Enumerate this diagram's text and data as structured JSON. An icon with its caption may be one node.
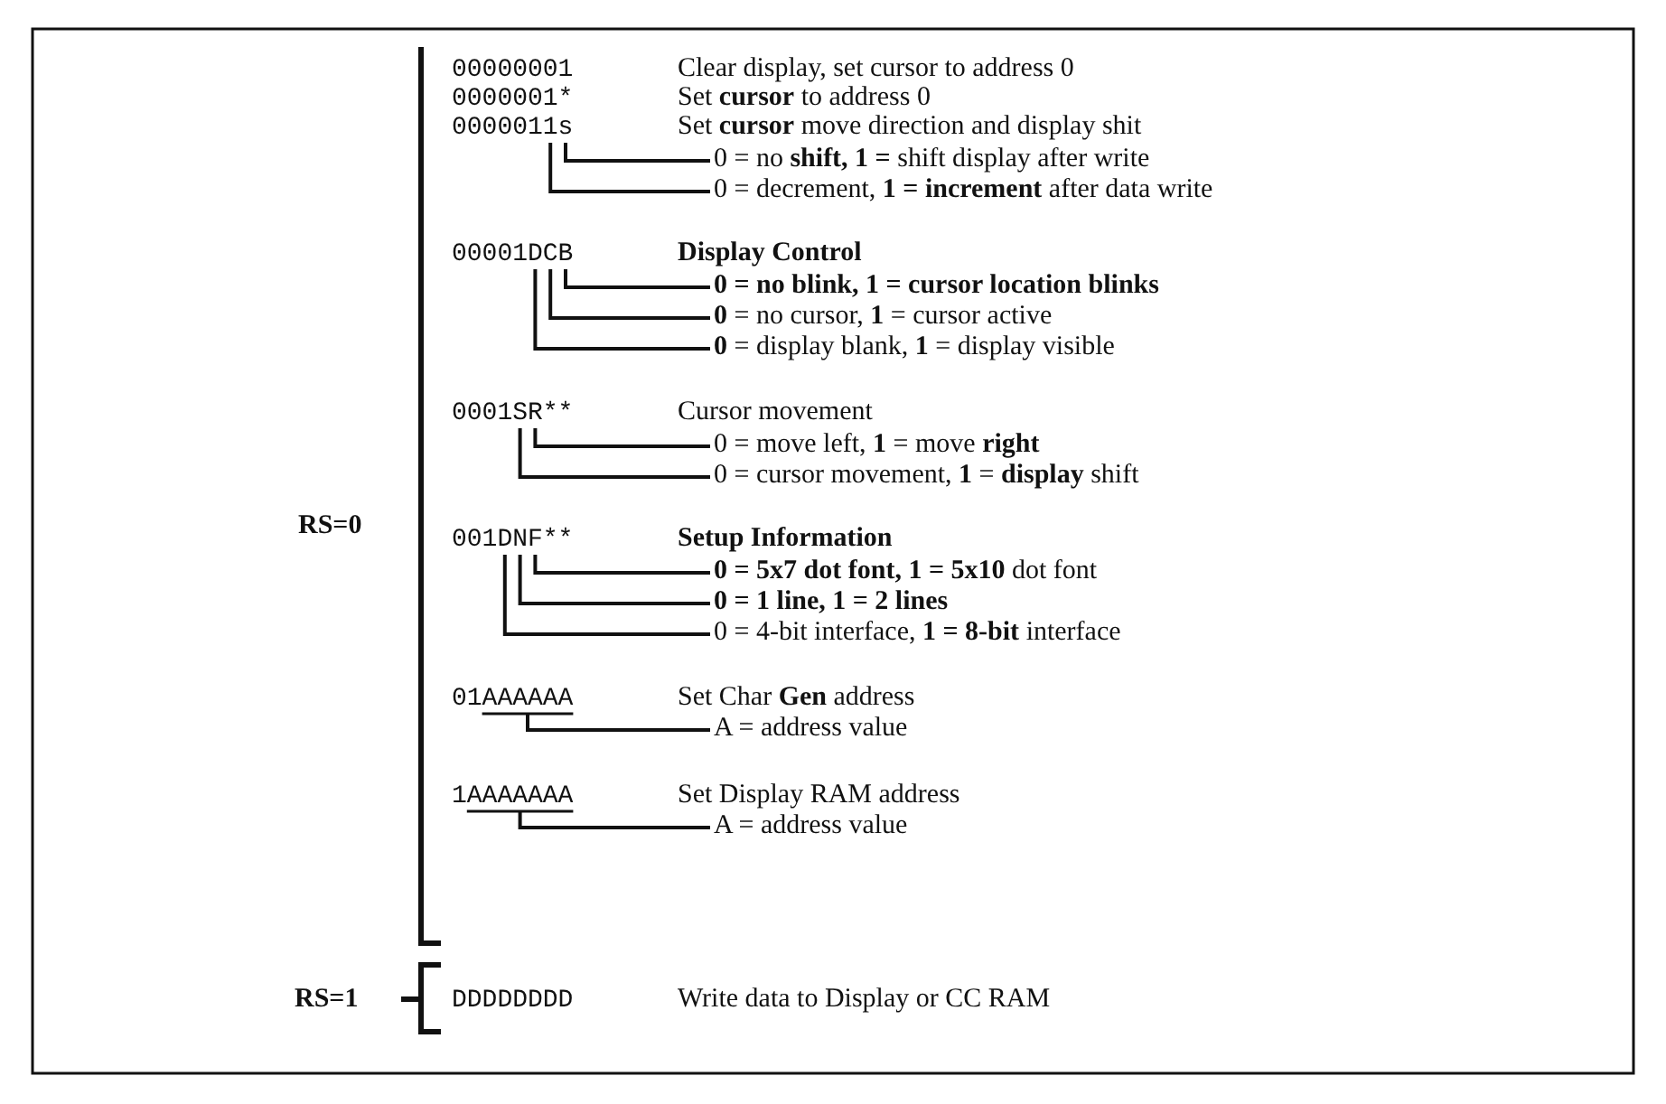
{
  "diagram": {
    "nodes": [
      {
        "text": [
          "00000001"
        ],
        "beside": [
          "Clear display, set cursor to address 0"
        ]
      },
      {
        "text": [
          "0000001*"
        ],
        "beside": [
          "Set **cursor** to address 0"
        ]
      },
      {
        "text": [
          "0000011s"
        ],
        "beside": [
          "Set **cursor** move direction and display shit"
        ]
      },
      {
        "text": [
          "0 = no **shift, 1 =** shift display after write"
        ]
      },
      {
        "text": [
          "0 = decrement, **1 = increment** after data write"
        ]
      },
      {
        "text": [
          "00001DCB"
        ],
        "beside": [
          "Display Control"
        ]
      },
      {
        "text": [
          "0 = no blink, 1 = cursor location blinks"
        ]
      },
      {
        "text": [
          "**0** = no cursor, **1** = cursor active"
        ]
      },
      {
        "text": [
          "**0** = display blank, **1** = display visible"
        ]
      },
      {
        "text": [
          "0001SR**"
        ],
        "beside": [
          "Cursor movement"
        ]
      },
      {
        "text": [
          "0 = move left, **1** = move **right**"
        ]
      },
      {
        "text": [
          "0 = cursor movement, **1** = **display** shift"
        ]
      },
      {
        "text": [
          "001DNF**"
        ],
        "beside": [
          "Setup Information"
        ]
      },
      {
        "text": [
          "**0 = 5x7 dot font, 1 = 5x10** dot font"
        ]
      },
      {
        "text": [
          "0 = 1 line, 1 = 2 lines"
        ]
      },
      {
        "text": [
          "0 = 4-bit interface, **1 = 8-bit** interface"
        ]
      },
      {
        "text": [
          "01AAAAAA"
        ],
        "beside": [
          "Set Char **Gen** address"
        ]
      },
      {
        "text": [
          "A = address value"
        ]
      },
      {
        "text": [
          "1AAAAAAA"
        ],
        "beside": [
          "Set Display RAM address"
        ]
      },
      {
        "text": [
          "A = address value"
        ]
      },
      {
        "text": [
          "DDDDDDDD"
        ],
        "beside": [
          "Write data to Display or CC RAM"
        ]
      }
    ],
    "edges": [
      {
        "from": 2,
        "to": 3,
        "arrow": "none"
      },
      {
        "from": 2,
        "to": 4,
        "arrow": "none"
      },
      {
        "from": 5,
        "to": 6,
        "arrow": "none"
      },
      {
        "from": 5,
        "to": 7,
        "arrow": "none"
      },
      {
        "from": 5,
        "to": 8,
        "arrow": "none"
      },
      {
        "from": 9,
        "to": 10,
        "arrow": "none"
      },
      {
        "from": 9,
        "to": 11,
        "arrow": "none"
      },
      {
        "from": 12,
        "to": 13,
        "arrow": "none"
      },
      {
        "from": 12,
        "to": 14,
        "arrow": "none"
      },
      {
        "from": 12,
        "to": 15,
        "arrow": "none"
      },
      {
        "from": 16,
        "to": 17,
        "arrow": "none"
      },
      {
        "from": 18,
        "to": 19,
        "arrow": "none"
      }
    ],
    "labels": [
      "RS=0",
      "RS=1"
    ]
  }
}
